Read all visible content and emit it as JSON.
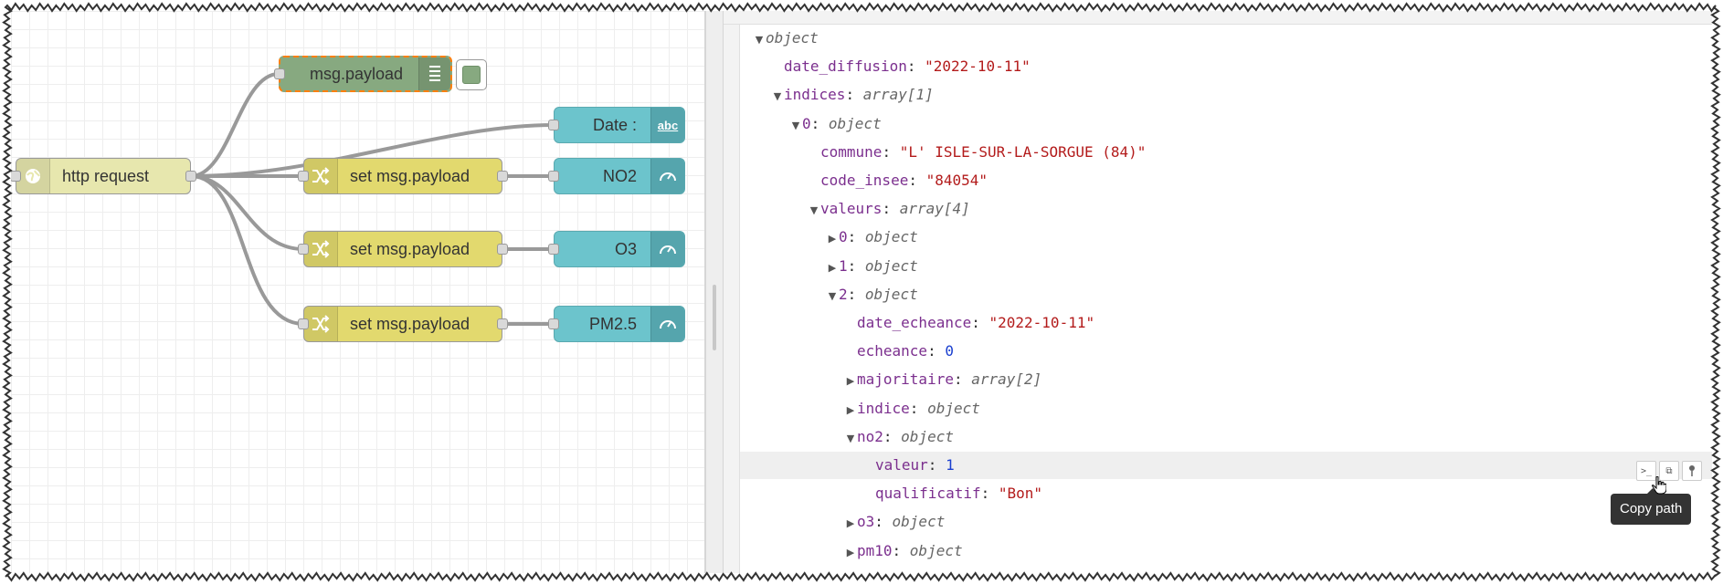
{
  "flow": {
    "nodes": {
      "http_request": {
        "label": "http request",
        "icon": "globe-icon"
      },
      "debug": {
        "label": "msg.payload",
        "icon": "list-icon"
      },
      "change_1": {
        "label": "set msg.payload",
        "icon": "shuffle-icon"
      },
      "change_2": {
        "label": "set msg.payload",
        "icon": "shuffle-icon"
      },
      "change_3": {
        "label": "set msg.payload",
        "icon": "shuffle-icon"
      },
      "ui_date": {
        "label": "Date :",
        "icon": "text-abc-icon"
      },
      "ui_no2": {
        "label": "NO2",
        "icon": "gauge-icon"
      },
      "ui_o3": {
        "label": "O3",
        "icon": "gauge-icon"
      },
      "ui_pm25": {
        "label": "PM2.5",
        "icon": "gauge-icon"
      }
    }
  },
  "debug_tree": {
    "rows": [
      {
        "caret": "▼",
        "parts": [
          {
            "c": "t",
            "v": "object"
          }
        ]
      },
      {
        "caret": "",
        "parts": [
          {
            "c": "k",
            "v": "date_diffusion"
          },
          {
            "c": "p",
            "v": ": "
          },
          {
            "c": "s",
            "v": "\"2022-10-11\""
          }
        ]
      },
      {
        "caret": "▼",
        "parts": [
          {
            "c": "k",
            "v": "indices"
          },
          {
            "c": "p",
            "v": ": "
          },
          {
            "c": "t",
            "v": "array[1]"
          }
        ]
      },
      {
        "caret": "▼",
        "parts": [
          {
            "c": "k",
            "v": "0"
          },
          {
            "c": "p",
            "v": ": "
          },
          {
            "c": "t",
            "v": "object"
          }
        ]
      },
      {
        "caret": "",
        "parts": [
          {
            "c": "k",
            "v": "commune"
          },
          {
            "c": "p",
            "v": ": "
          },
          {
            "c": "s",
            "v": "\"L' ISLE-SUR-LA-SORGUE (84)\""
          }
        ]
      },
      {
        "caret": "",
        "parts": [
          {
            "c": "k",
            "v": "code_insee"
          },
          {
            "c": "p",
            "v": ": "
          },
          {
            "c": "s",
            "v": "\"84054\""
          }
        ]
      },
      {
        "caret": "▼",
        "parts": [
          {
            "c": "k",
            "v": "valeurs"
          },
          {
            "c": "p",
            "v": ": "
          },
          {
            "c": "t",
            "v": "array[4]"
          }
        ]
      },
      {
        "caret": "▶",
        "parts": [
          {
            "c": "k",
            "v": "0"
          },
          {
            "c": "p",
            "v": ": "
          },
          {
            "c": "t",
            "v": "object"
          }
        ]
      },
      {
        "caret": "▶",
        "parts": [
          {
            "c": "k",
            "v": "1"
          },
          {
            "c": "p",
            "v": ": "
          },
          {
            "c": "t",
            "v": "object"
          }
        ]
      },
      {
        "caret": "▼",
        "parts": [
          {
            "c": "k",
            "v": "2"
          },
          {
            "c": "p",
            "v": ": "
          },
          {
            "c": "t",
            "v": "object"
          }
        ]
      },
      {
        "caret": "",
        "parts": [
          {
            "c": "k",
            "v": "date_echeance"
          },
          {
            "c": "p",
            "v": ": "
          },
          {
            "c": "s",
            "v": "\"2022-10-11\""
          }
        ]
      },
      {
        "caret": "",
        "parts": [
          {
            "c": "k",
            "v": "echeance"
          },
          {
            "c": "p",
            "v": ": "
          },
          {
            "c": "n",
            "v": "0"
          }
        ]
      },
      {
        "caret": "▶",
        "parts": [
          {
            "c": "k",
            "v": "majoritaire"
          },
          {
            "c": "p",
            "v": ": "
          },
          {
            "c": "t",
            "v": "array[2]"
          }
        ]
      },
      {
        "caret": "▶",
        "parts": [
          {
            "c": "k",
            "v": "indice"
          },
          {
            "c": "p",
            "v": ": "
          },
          {
            "c": "t",
            "v": "object"
          }
        ]
      },
      {
        "caret": "▼",
        "parts": [
          {
            "c": "k",
            "v": "no2"
          },
          {
            "c": "p",
            "v": ": "
          },
          {
            "c": "t",
            "v": "object"
          }
        ]
      },
      {
        "caret": "",
        "parts": [
          {
            "c": "k",
            "v": "valeur"
          },
          {
            "c": "p",
            "v": ": "
          },
          {
            "c": "n",
            "v": "1"
          }
        ]
      },
      {
        "caret": "",
        "parts": [
          {
            "c": "k",
            "v": "qualificatif"
          },
          {
            "c": "p",
            "v": ": "
          },
          {
            "c": "s",
            "v": "\"Bon\""
          }
        ]
      },
      {
        "caret": "▶",
        "parts": [
          {
            "c": "k",
            "v": "o3"
          },
          {
            "c": "p",
            "v": ": "
          },
          {
            "c": "t",
            "v": "object"
          }
        ]
      },
      {
        "caret": "▶",
        "parts": [
          {
            "c": "k",
            "v": "pm10"
          },
          {
            "c": "p",
            "v": ": "
          },
          {
            "c": "t",
            "v": "object"
          }
        ]
      }
    ]
  },
  "row_buttons": {
    "copy_path_glyph": ">_",
    "copy_value_glyph": "⧉",
    "pin_glyph": "📍"
  },
  "tooltip": {
    "text": "Copy path"
  },
  "colors": {
    "accent_selected": "#ff7f0e",
    "string": "#b31b1b",
    "number": "#1a3fcf",
    "key": "#7b2f8e"
  }
}
